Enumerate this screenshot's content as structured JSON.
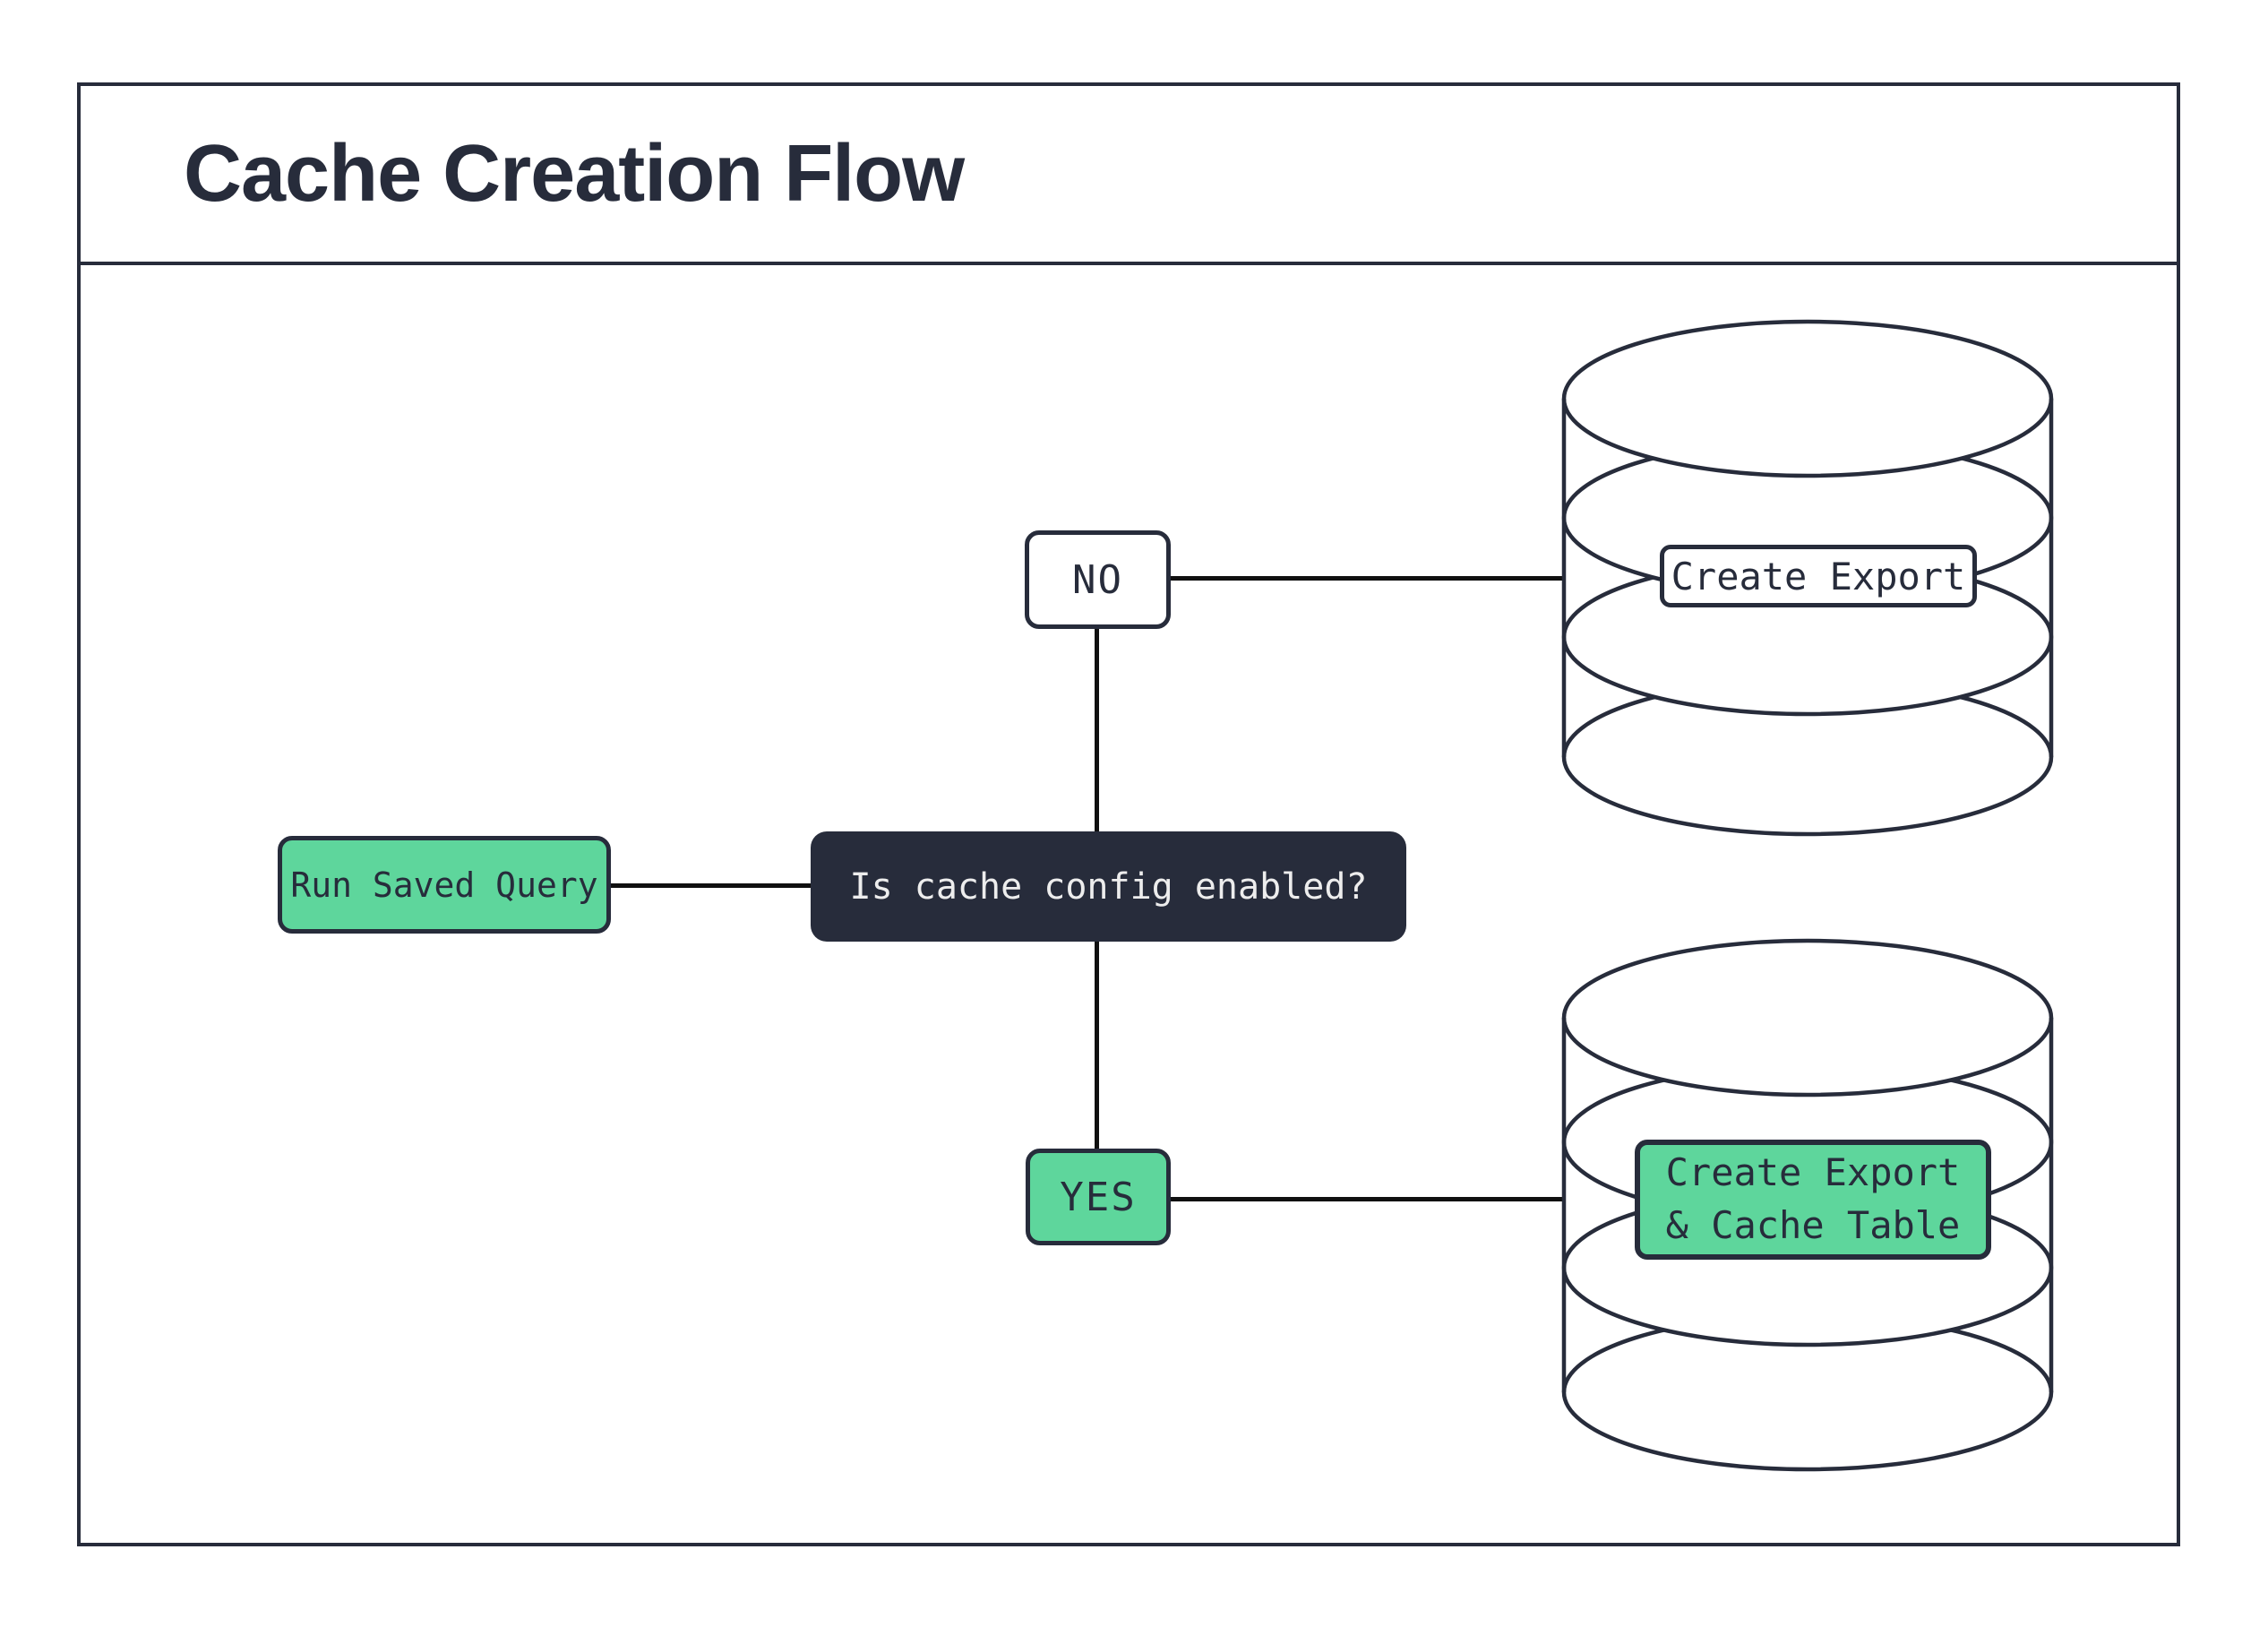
{
  "title": "Cache Creation Flow",
  "colors": {
    "ink_navy": "#272c3b",
    "accent_green": "#5ed69c",
    "connector_black": "#101010",
    "surface_white": "#ffffff",
    "light_text": "#ededed"
  },
  "nodes": {
    "start": {
      "label": "Run Saved Query"
    },
    "decision": {
      "label": "Is cache config enabled?"
    },
    "no_branch": {
      "label": "NO"
    },
    "yes_branch": {
      "label": "YES"
    },
    "no_result": {
      "label": "Create Export"
    },
    "yes_result": {
      "line1": "Create Export",
      "line2": "& Cache Table"
    }
  },
  "icons": {
    "no_result_icon": "database-cylinder",
    "yes_result_icon": "database-cylinder"
  }
}
